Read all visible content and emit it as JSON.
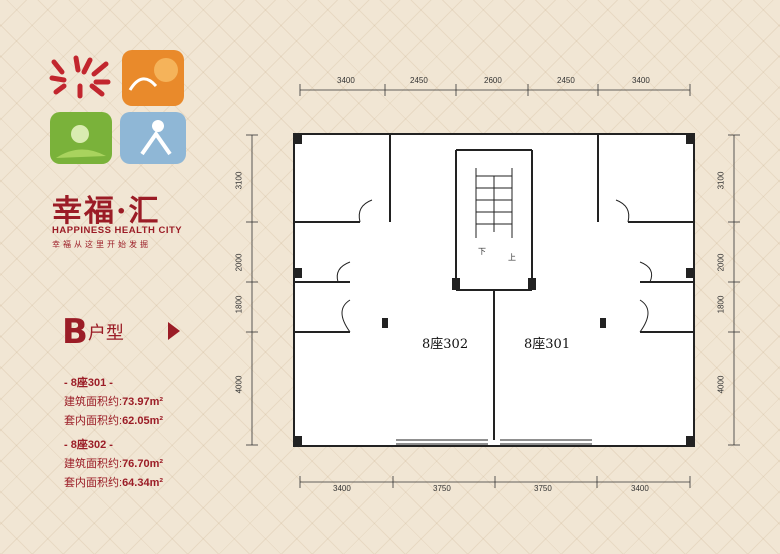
{
  "brand": {
    "name_cn": "幸福·汇",
    "name_en": "HAPPINESS HEALTH CITY",
    "slogan": "幸福从这里开始发掘"
  },
  "unit": {
    "letter": "B",
    "type_label": "户型"
  },
  "units": [
    {
      "title": "- 8座301 -",
      "gross_label": "建筑面积约:",
      "gross_value": "73.97m²",
      "net_label": "套内面积约:",
      "net_value": "62.05m²"
    },
    {
      "title": "- 8座302 -",
      "gross_label": "建筑面积约:",
      "gross_value": "76.70m²",
      "net_label": "套内面积约:",
      "net_value": "64.34m²"
    }
  ],
  "plan": {
    "top_dims": [
      "3400",
      "2450",
      "2600",
      "2450",
      "3400"
    ],
    "bottom_dims": [
      "3400",
      "3750",
      "3750",
      "3400"
    ],
    "left_dims": [
      "3100",
      "2000",
      "1800",
      "4000"
    ],
    "right_dims": [
      "3100",
      "2000",
      "1800",
      "4000"
    ],
    "room_left": "8座302",
    "room_right": "8座301",
    "stair_down": "下",
    "stair_up": "上"
  },
  "colors": {
    "brand": "#9b1c26",
    "tile_orange": "#e98a2b",
    "tile_green": "#7ab23a",
    "tile_blue": "#8fb7d6"
  }
}
